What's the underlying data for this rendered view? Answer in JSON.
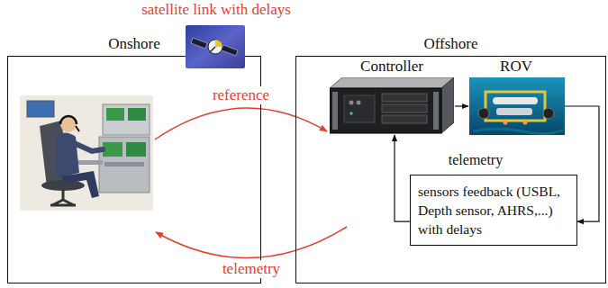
{
  "diagram": {
    "nodes": [
      {
        "text": [
          "Onshore"
        ]
      },
      {
        "text": [
          "Offshore"
        ]
      },
      {
        "text": [
          "Controller"
        ],
        "in": 1
      },
      {
        "text": [
          "ROV"
        ],
        "in": 1
      },
      {
        "text": [
          "sensors feedback (USBL, Depth sensor, AHRS,...) with delays"
        ],
        "in": 1
      }
    ],
    "edges": [
      {
        "from": 0,
        "to": 2,
        "label": "reference",
        "arrow": "to"
      },
      {
        "from": 2,
        "to": 3,
        "arrow": "to"
      },
      {
        "from": 3,
        "to": 4,
        "arrow": "to"
      },
      {
        "from": 4,
        "to": 2,
        "arrow": "to"
      },
      {
        "from": 1,
        "to": 0,
        "label": "telemetry",
        "arrow": "to"
      }
    ],
    "labels": [
      "satellite link with delays",
      "telemetry"
    ]
  }
}
